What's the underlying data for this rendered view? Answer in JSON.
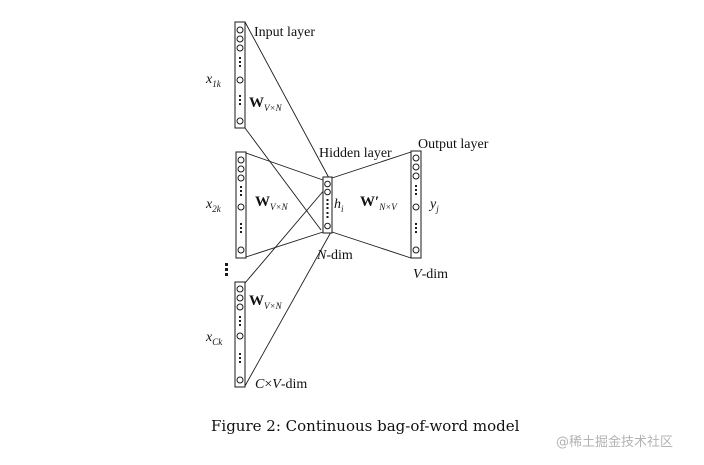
{
  "labels": {
    "input_layer": "Input layer",
    "hidden_layer": "Hidden layer",
    "output_layer": "Output layer",
    "x1k_base": "x",
    "x1k_sub": "1k",
    "x2k_base": "x",
    "x2k_sub": "2k",
    "xck_base": "x",
    "xck_sub": "Ck",
    "w_base": "W",
    "w_sub": "V×N",
    "wprime_base": "W′",
    "wprime_sub": "N×V",
    "h_base": "h",
    "h_sub": "i",
    "y_base": "y",
    "y_sub": "j",
    "n_dim_var": "N",
    "n_dim_rest": "-dim",
    "v_dim_var": "V",
    "v_dim_rest": "-dim",
    "cv_dim_c": "C",
    "cv_dim_times": "×",
    "cv_dim_v": "V",
    "cv_dim_rest": "-dim",
    "caption": "Figure 2: Continuous bag-of-word model",
    "watermark": "@稀土掘金技术社区"
  },
  "colors": {
    "line": "#1a1a1a",
    "text": "#111111",
    "watermark": "#b3b3b3"
  }
}
